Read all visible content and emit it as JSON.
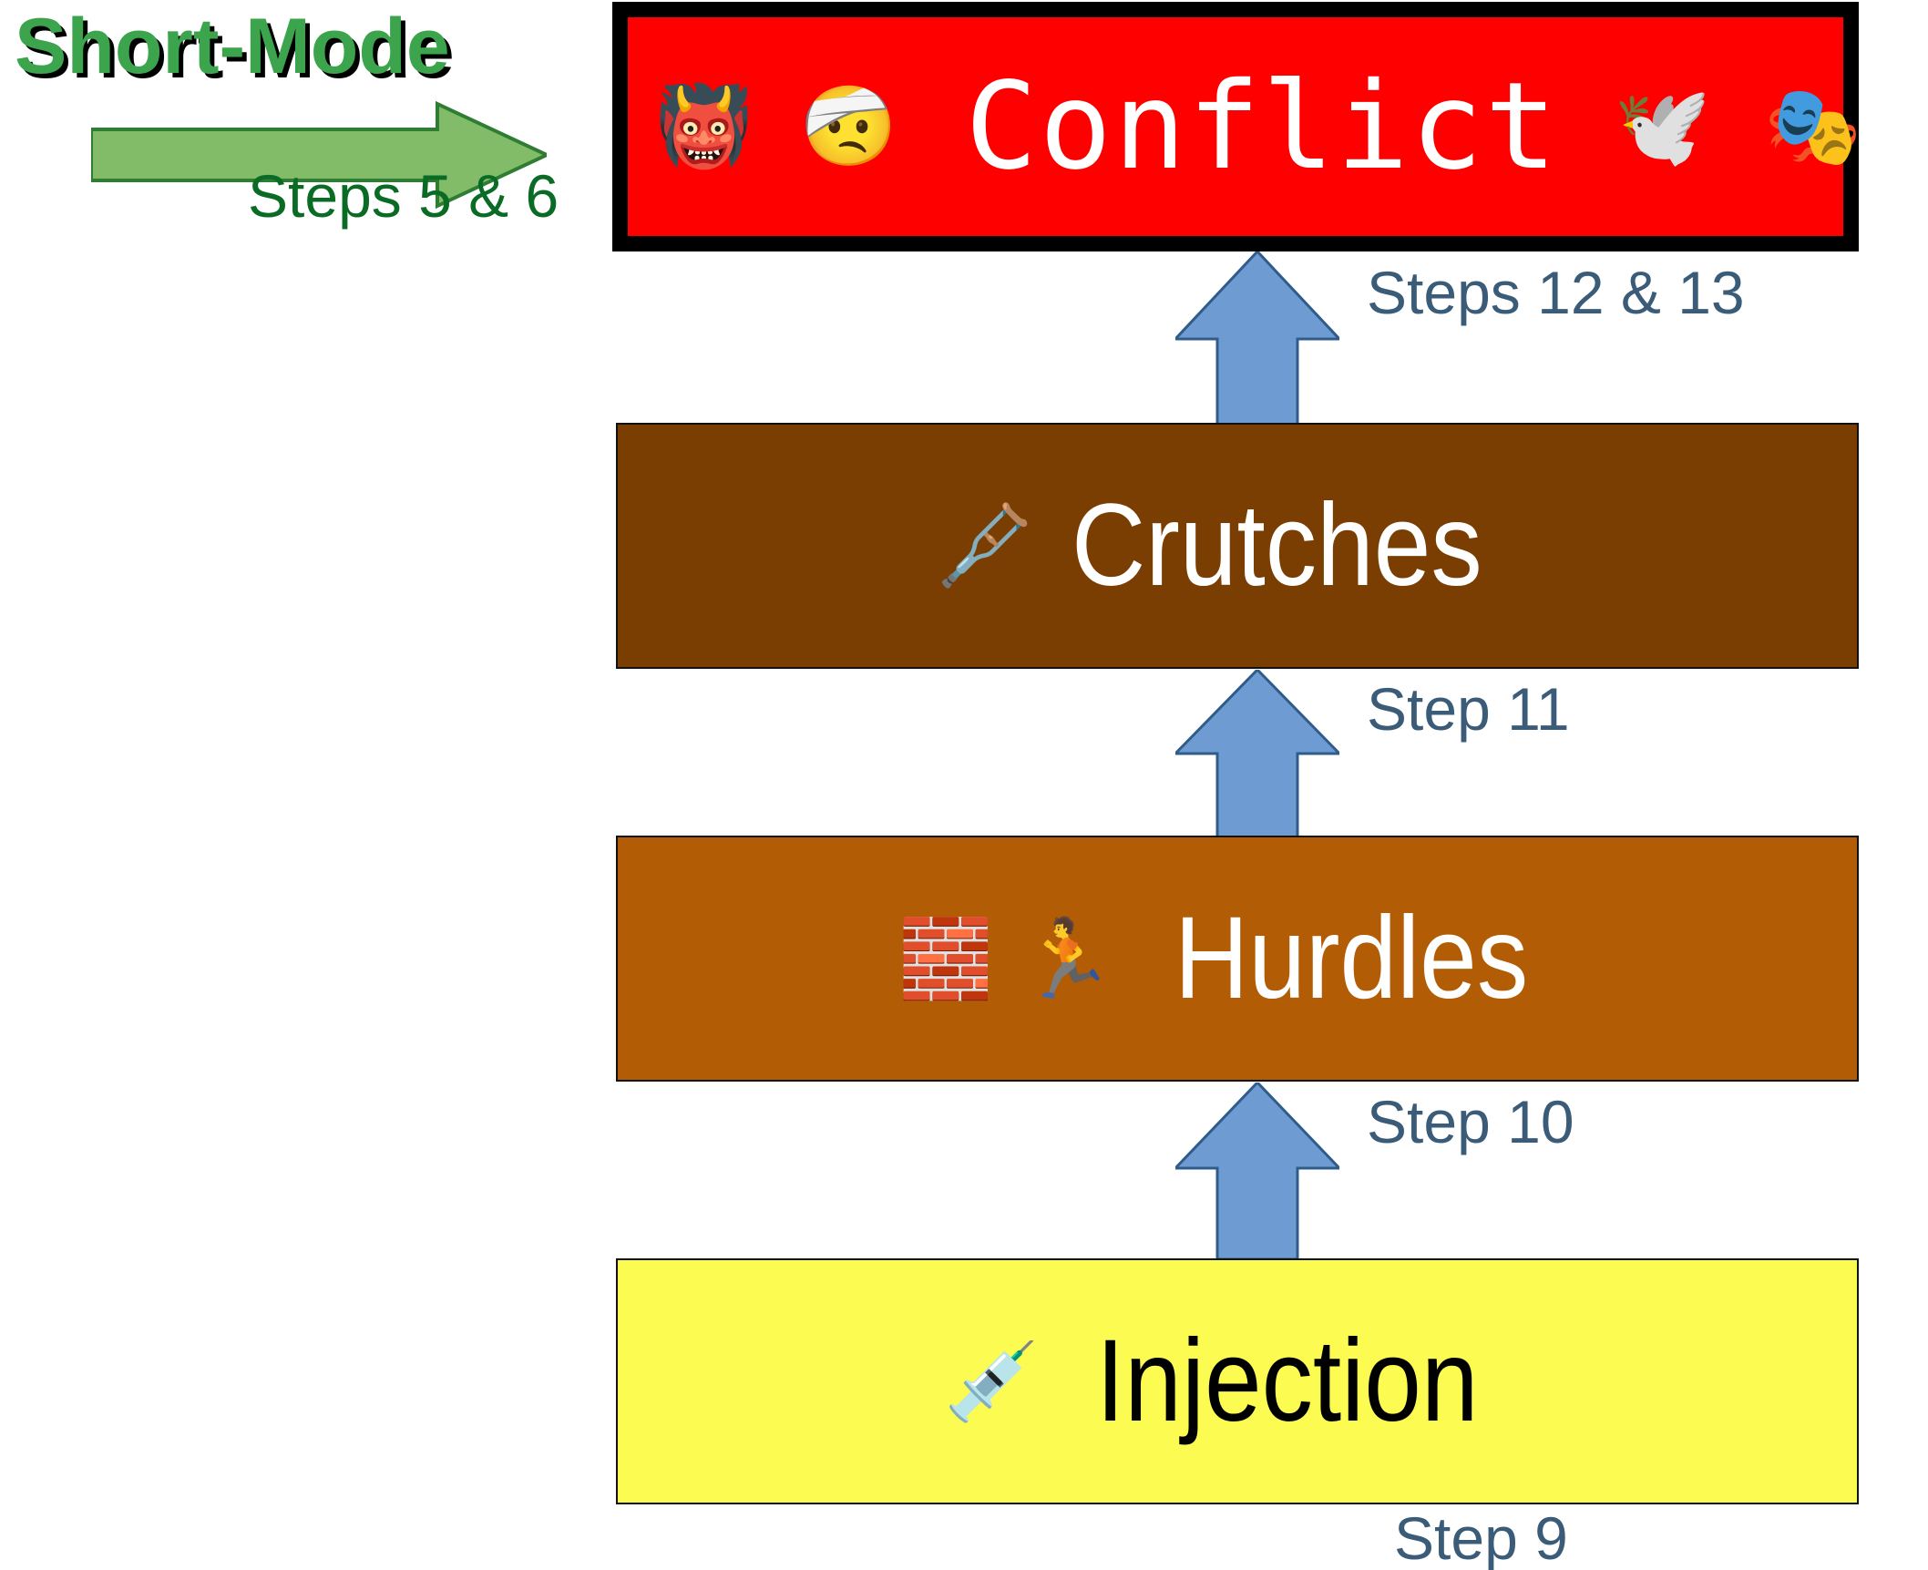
{
  "diagram": {
    "title": "Short-Mode conflict escalation flow",
    "background_color": "#FFFFFF"
  },
  "short_mode": {
    "title": "Short-Mode",
    "title_color": "#3CA44C",
    "title_shadow_color": "#000000",
    "steps_label": "Steps 5 & 6",
    "steps_label_color": "#0A6B25",
    "arrow_fill": "#82BC68",
    "arrow_stroke": "#2E7D32",
    "arrow_direction": "right"
  },
  "boxes": [
    {
      "id": "conflict",
      "label": "Conflict",
      "emojis_left": [
        "ogre-icon",
        "face-with-head-bandage-icon"
      ],
      "emojis_left_glyphs": [
        "👹",
        "🤕"
      ],
      "emojis_right": [
        "dove-icon",
        "performing-arts-masks-icon"
      ],
      "emojis_right_glyphs": [
        "🕊️",
        "🎭"
      ],
      "background_color": "#FF0000",
      "text_color": "#FFFFFF",
      "border_color": "#000000",
      "font": "monospace"
    },
    {
      "id": "crutches",
      "label": "Crutches",
      "emojis_left": [
        "crutch-icon"
      ],
      "emojis_left_glyphs": [
        "🩼"
      ],
      "background_color": "#7A3E03",
      "text_color": "#FFFFFF",
      "border_color": "#111111",
      "font": "sans-serif"
    },
    {
      "id": "hurdles",
      "label": "Hurdles",
      "emojis_left": [
        "brick-wall-icon",
        "person-running-icon"
      ],
      "emojis_left_glyphs": [
        "🧱",
        "🏃"
      ],
      "background_color": "#B35C06",
      "text_color": "#FFFFFF",
      "border_color": "#111111",
      "font": "sans-serif"
    },
    {
      "id": "injection",
      "label": "Injection",
      "emojis_left": [
        "syringe-icon"
      ],
      "emojis_left_glyphs": [
        "💉"
      ],
      "background_color": "#FBFB52",
      "text_color": "#000000",
      "border_color": "#111111",
      "font": "sans-serif"
    }
  ],
  "connectors": [
    {
      "id": "conflict-arrow",
      "label": "Steps 12 & 13",
      "from": "crutches",
      "to": "conflict",
      "direction": "up",
      "fill": "#6E9BD1",
      "stroke": "#2F5C8A"
    },
    {
      "id": "crutches-arrow",
      "label": "Step 11",
      "from": "hurdles",
      "to": "crutches",
      "direction": "up",
      "fill": "#6E9BD1",
      "stroke": "#2F5C8A"
    },
    {
      "id": "hurdles-arrow",
      "label": "Step 10",
      "from": "injection",
      "to": "hurdles",
      "direction": "up",
      "fill": "#6E9BD1",
      "stroke": "#2F5C8A"
    },
    {
      "id": "injection-arrow",
      "label": "Step 9",
      "from": "start",
      "to": "injection",
      "direction": "up",
      "fill": "#6E9BD1",
      "stroke": "#2F5C8A"
    }
  ],
  "label_color": "#3A5C78"
}
